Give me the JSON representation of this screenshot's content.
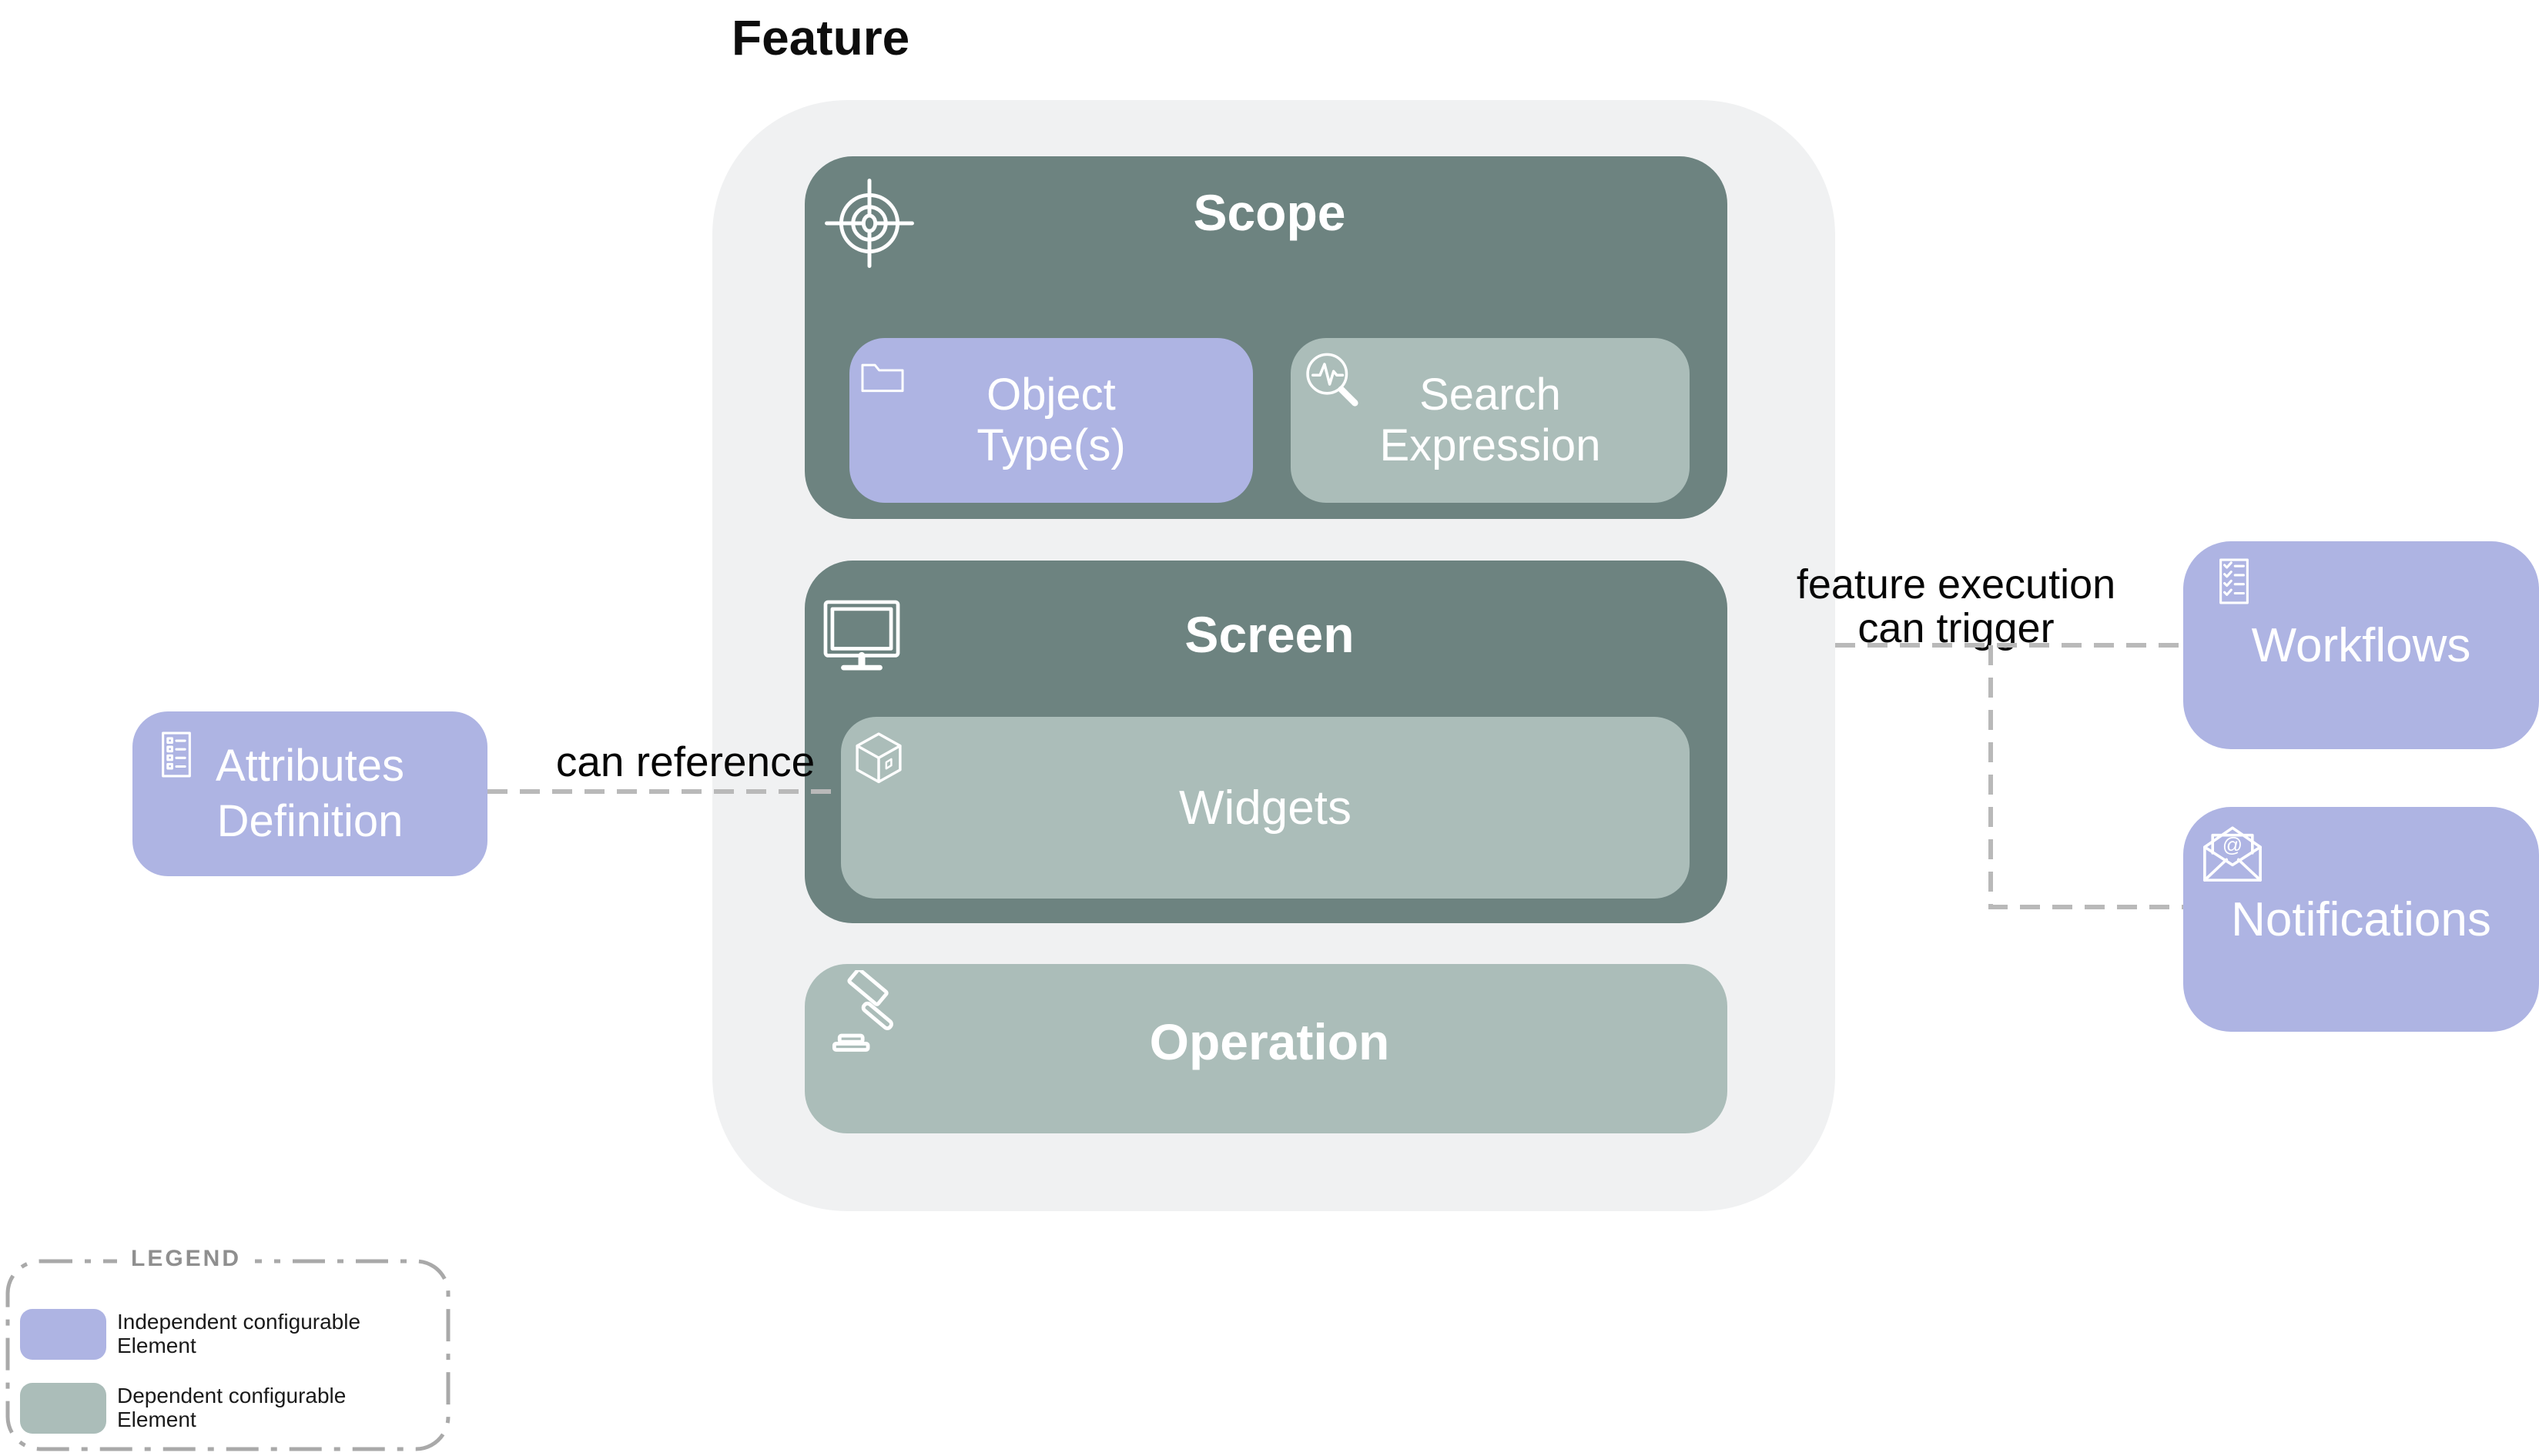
{
  "diagram": {
    "title": "Feature",
    "groups": {
      "scope": {
        "title": "Scope",
        "icon": "target-icon",
        "children": [
          {
            "label": "Object Type(s)",
            "type": "independent",
            "icon": "folder-icon"
          },
          {
            "label": "Search Expression",
            "type": "dependent",
            "icon": "search-pulse-icon"
          }
        ]
      },
      "screen": {
        "title": "Screen",
        "icon": "monitor-icon",
        "children": [
          {
            "label": "Widgets",
            "type": "dependent",
            "icon": "package-icon"
          }
        ]
      },
      "operation": {
        "title": "Operation",
        "icon": "gavel-icon",
        "type": "dependent"
      }
    },
    "external_nodes": [
      {
        "label": "Attributes Definition",
        "type": "independent",
        "icon": "form-checklist-icon"
      },
      {
        "label": "Workflows",
        "type": "independent",
        "icon": "task-list-icon"
      },
      {
        "label": "Notifications",
        "type": "independent",
        "icon": "mail-at-icon"
      }
    ],
    "connections": [
      {
        "label": "can reference",
        "from": "Attributes Definition",
        "to": "Widgets",
        "style": "dashed"
      },
      {
        "label": "feature execution can trigger",
        "from": "Feature",
        "to": "Workflows, Notifications",
        "style": "dashed"
      }
    ],
    "legend": {
      "title": "LEGEND",
      "items": [
        {
          "label": "Independent configurable Element",
          "swatch": "independent"
        },
        {
          "label": "Dependent configurable Element",
          "swatch": "dependent"
        }
      ]
    },
    "colors": {
      "independent": "#aeb4e3",
      "dependent": "#abbdb9",
      "group": "#6d8380",
      "container": "#f0f1f2",
      "connector": "#b9b9b9"
    }
  }
}
